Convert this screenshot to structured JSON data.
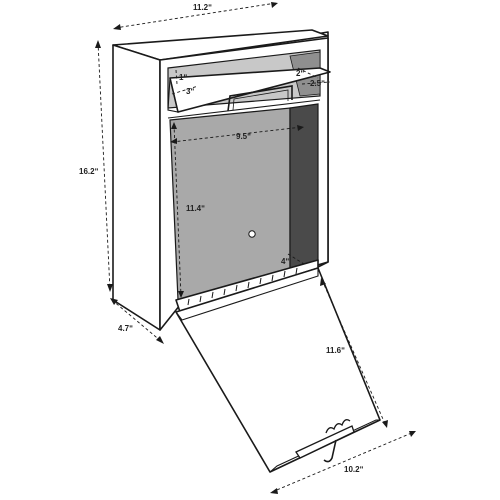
{
  "diagram": {
    "colors": {
      "line": "#1a1a1a",
      "panel_gray": "#a9a9a9",
      "side_dark": "#4a4a4a",
      "slot_gray": "#c8c8c8",
      "background": "#ffffff"
    },
    "dimensions": {
      "top_width": "11.2ʺ",
      "height": "16.2ʺ",
      "depth": "4.7ʺ",
      "bottom_width": "10.2ʺ",
      "slot_height": "1ʺ",
      "slot_side": "3ʺ",
      "flap_width": "2ʺ",
      "flap_depth": "2.5ʺ",
      "interior_width": "9.5ʺ",
      "interior_height": "11.4ʺ",
      "interior_depth": "4ʺ",
      "door_length": "11.6ʺ"
    }
  }
}
